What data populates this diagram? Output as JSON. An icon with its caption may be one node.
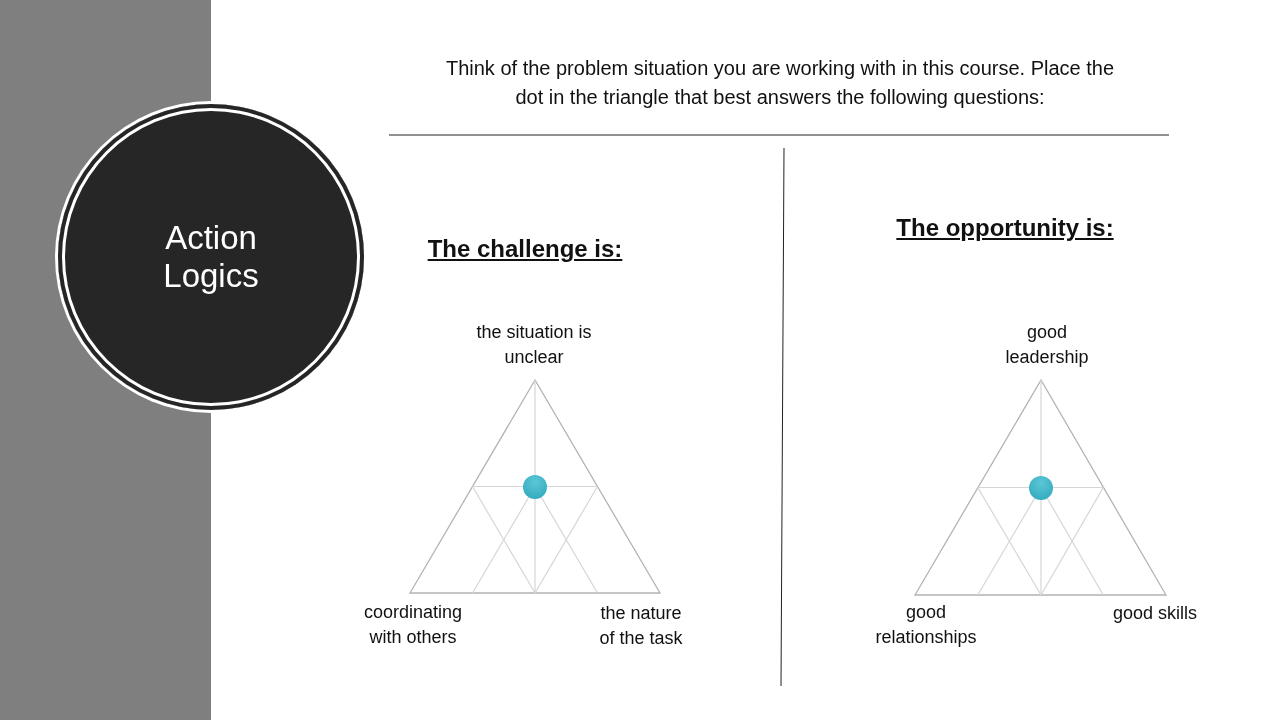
{
  "diagram": {
    "nodes": [
      {
        "text": [
          "Action Logics"
        ]
      }
    ],
    "labels": [
      "Think of the problem situation you are working with in this course. Place the dot in the triangle that best answers the following questions:",
      "The challenge is:",
      "The opportunity is:",
      "the situation is unclear",
      "good leadership",
      "coordinating with others",
      "the nature of the task",
      "good relationships",
      "good skills"
    ]
  }
}
